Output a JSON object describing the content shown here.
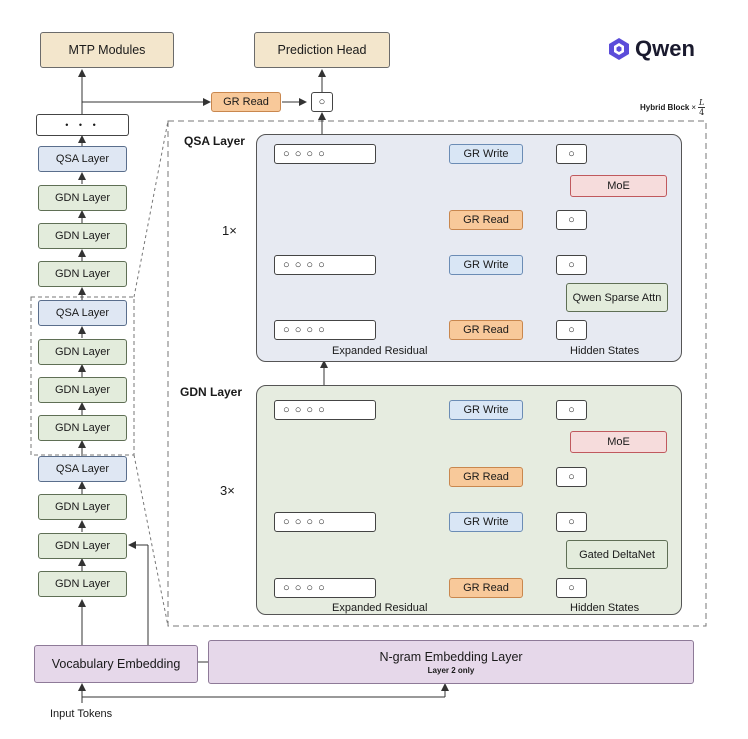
{
  "brand": {
    "logo_text": "Qwen"
  },
  "top": {
    "mtp": "MTP Modules",
    "prediction_head": "Prediction Head",
    "gr_read": "GR Read",
    "circle": "○",
    "dots": "• • •"
  },
  "hybrid_block": {
    "label": "Hybrid Block",
    "times": "×",
    "numerator": "L",
    "denominator": "4"
  },
  "left_stack": {
    "layers": [
      "QSA Layer",
      "GDN Layer",
      "GDN Layer",
      "GDN Layer",
      "QSA Layer",
      "GDN Layer",
      "GDN Layer",
      "GDN Layer",
      "QSA Layer",
      "GDN Layer",
      "GDN Layer",
      "GDN Layer"
    ]
  },
  "qsa_panel": {
    "title": "QSA Layer",
    "repeat": "1×",
    "stream": "○ ○ ○ ○",
    "circle": "○",
    "gr_write": "GR Write",
    "gr_read": "GR Read",
    "moe": "MoE",
    "attn": "Qwen Sparse Attn",
    "expanded_residual": "Expanded Residual",
    "hidden_states": "Hidden States"
  },
  "gdn_panel": {
    "title": "GDN Layer",
    "repeat": "3×",
    "stream": "○ ○ ○ ○",
    "circle": "○",
    "gr_write": "GR Write",
    "gr_read": "GR Read",
    "moe": "MoE",
    "attn": "Gated DeltaNet",
    "expanded_residual": "Expanded Residual",
    "hidden_states": "Hidden States"
  },
  "bottom": {
    "vocab": "Vocabulary Embedding",
    "ngram": "N-gram Embedding Layer",
    "ngram_note": "Layer 2 only",
    "input": "Input Tokens"
  },
  "colors": {
    "gr_read": "#f8c99a",
    "gr_write": "#d9e6f5",
    "moe": "#f6dcdc",
    "tan": "#f3e6cc",
    "purple": "#e6d8ea",
    "qsa_bg": "#e7eaf2",
    "gdn_bg": "#e6ece0"
  }
}
